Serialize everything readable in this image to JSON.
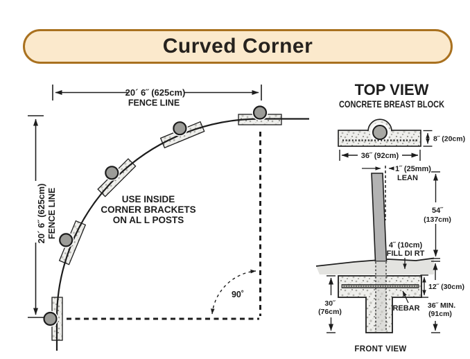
{
  "banner": {
    "title": "Curved Corner"
  },
  "plan_view": {
    "width_dim": {
      "value": "20´ 6˝ (625cm)",
      "label": "FENCE LINE"
    },
    "height_dim": {
      "value": "20´ 6˝ (625cm)",
      "label": "FENCE LINE"
    },
    "note": {
      "line1": "USE INSIDE",
      "line2": "CORNER BRACKETS",
      "line3": "ON AL L POSTS"
    },
    "angle_label": "90˚",
    "post_count": 5
  },
  "top_view": {
    "title": "TOP VIEW",
    "subtitle": "CONCRETE BREAST BLOCK",
    "block_width_dim": "36˝ (92cm)",
    "block_depth_dim": "8˝ (20cm)"
  },
  "front_view": {
    "lean": {
      "value": "1˝ (25mm)",
      "label": "LEAN"
    },
    "post_height": {
      "value": "54˝",
      "value2": "(137cm)"
    },
    "fill": {
      "value": "4˝ (10cm)",
      "label": "FILL DI RT"
    },
    "footing_depth": {
      "value": "30˝",
      "value2": "(76cm)"
    },
    "rebar_label": "REBAR",
    "block_height_dim": "12˝ (30cm)",
    "min_depth": {
      "value": "36˝ MIN.",
      "value2": "(91cm)"
    },
    "caption": "FRONT VIEW"
  },
  "colors": {
    "banner_fill": "#fbe9cc",
    "banner_border": "#a9711f",
    "ink": "#1d1d1d",
    "concrete_base": "#efefec",
    "post_gray": "#b3b3b3",
    "cap_gray": "#9c9c98",
    "dirt": "#e3e3e0"
  }
}
